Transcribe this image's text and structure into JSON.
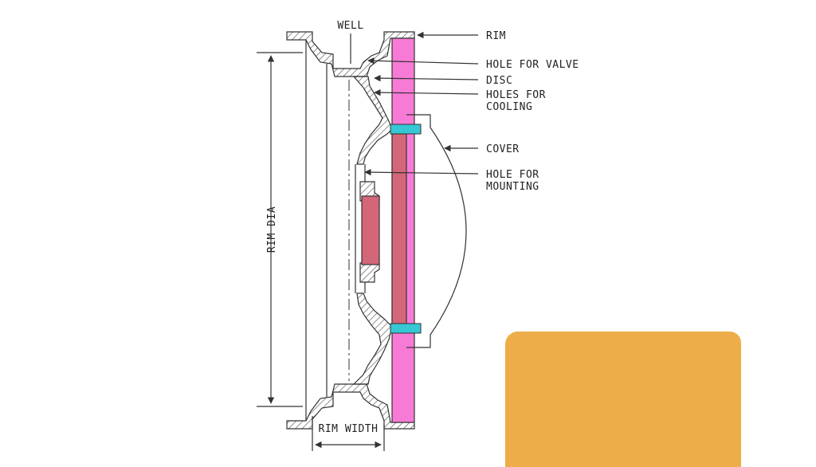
{
  "labels": {
    "well": "WELL",
    "rim": "RIM",
    "hole_for_valve": "HOLE FOR VALVE",
    "disc": "DISC",
    "holes_for_cooling_1": "HOLES FOR",
    "holes_for_cooling_2": "COOLING",
    "cover": "COVER",
    "hole_for_mounting_1": "HOLE FOR",
    "hole_for_mounting_2": "MOUNTING",
    "rim_dia": "RIM DIA",
    "rim_width": "RIM WIDTH"
  },
  "colors": {
    "rim_flange": "#f77bd6",
    "hub_plate": "#d4667a",
    "disc_insert": "#d4667a",
    "clips": "#35c7d4",
    "hatch": "#555555",
    "orange_block": "#edae4a"
  }
}
